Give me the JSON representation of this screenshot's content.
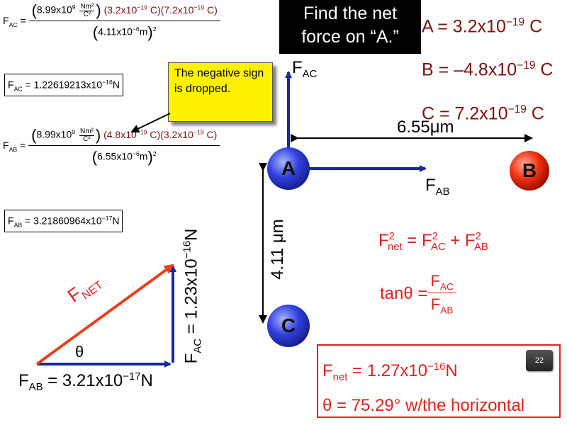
{
  "title": {
    "line1": "Find the net",
    "line2": "force on “A.”"
  },
  "charges": {
    "A": {
      "label": "A = 3.2x10",
      "exp": "−19",
      "unit": " C"
    },
    "B": {
      "label": "B = –4.8x10",
      "exp": "−19",
      "unit": " C"
    },
    "C": {
      "label": "C = 7.2x10",
      "exp": "−19",
      "unit": " C"
    }
  },
  "fac_equation": {
    "lhs_main": "F",
    "lhs_sub": "AC",
    "equals": " =",
    "k_main": "8.99x10",
    "k_exp": "9",
    "unit_num": "Nm²",
    "unit_den": "C²",
    "q1": "(3.2x10",
    "q1_exp": "−19",
    "q1_unit": " C)",
    "q2": "(7.2x10",
    "q2_exp": "−19",
    "q2_unit": " C)",
    "r": "4.11x10",
    "r_exp": "−6",
    "r_unit": "m",
    "power": "2"
  },
  "fac_result": {
    "main": "F",
    "sub": "AC",
    "value": " = 1.22619213x10",
    "exp": "−16",
    "unit": "N"
  },
  "callout": {
    "text": "The negative sign is dropped."
  },
  "fab_equation": {
    "lhs_main": "F",
    "lhs_sub": "AB",
    "equals": " =",
    "k_main": "8.99x10",
    "k_exp": "9",
    "unit_num": "Nm²",
    "unit_den": "C²",
    "q1": "(4.8x10",
    "q1_exp": "−19",
    "q1_unit": " C)",
    "q2": "(3.2x10",
    "q2_exp": "−19",
    "q2_unit": " C)",
    "r": "6.55x10",
    "r_exp": "−6",
    "r_unit": "m",
    "power": "2"
  },
  "fab_result": {
    "main": "F",
    "sub": "AB",
    "value": " = 3.21860964x10",
    "exp": "−17",
    "unit": "N"
  },
  "diagram": {
    "fac_label": {
      "main": "F",
      "sub": "AC"
    },
    "fab_label": {
      "main": "F",
      "sub": "AB"
    },
    "distance_ab": "6.55μm",
    "distance_ac": "4.11 μm",
    "charge_a": "A",
    "charge_b": "B",
    "charge_c": "C"
  },
  "triangle": {
    "fnet_main": "F",
    "fnet_sub": "NET",
    "theta": "θ",
    "bottom_main": "F",
    "bottom_sub": "AB",
    "bottom_value": " = 3.21x10",
    "bottom_exp": "−17",
    "bottom_unit": "N",
    "side_main": "F",
    "side_sub": "AC",
    "side_value": " = 1.23x10",
    "side_exp": "−16",
    "side_unit": "N"
  },
  "formulas": {
    "pyth": {
      "a": "F",
      "a_sub": "net",
      "a_sup": "2",
      "eq": " = ",
      "b": "F",
      "b_sub": "AC",
      "b_sup": "2",
      "plus": " + ",
      "c": "F",
      "c_sub": "AB",
      "c_sup": "2"
    },
    "tan": {
      "lhs": "tanθ = ",
      "num": "F",
      "num_sub": "AC",
      "den": "F",
      "den_sub": "AB"
    }
  },
  "answer": {
    "fnet_main": "F",
    "fnet_sub": "net",
    "value": " = 1.27x10",
    "exp": "−16",
    "unit": "N",
    "theta_line": "θ = 75.29°  w/the horizontal"
  },
  "page_number": "22",
  "colors": {
    "dark_red": "#7a1010",
    "red": "#e02020",
    "blue": "#1a2a9a",
    "callout_yellow": "#fff200",
    "title_bg": "#000000"
  }
}
